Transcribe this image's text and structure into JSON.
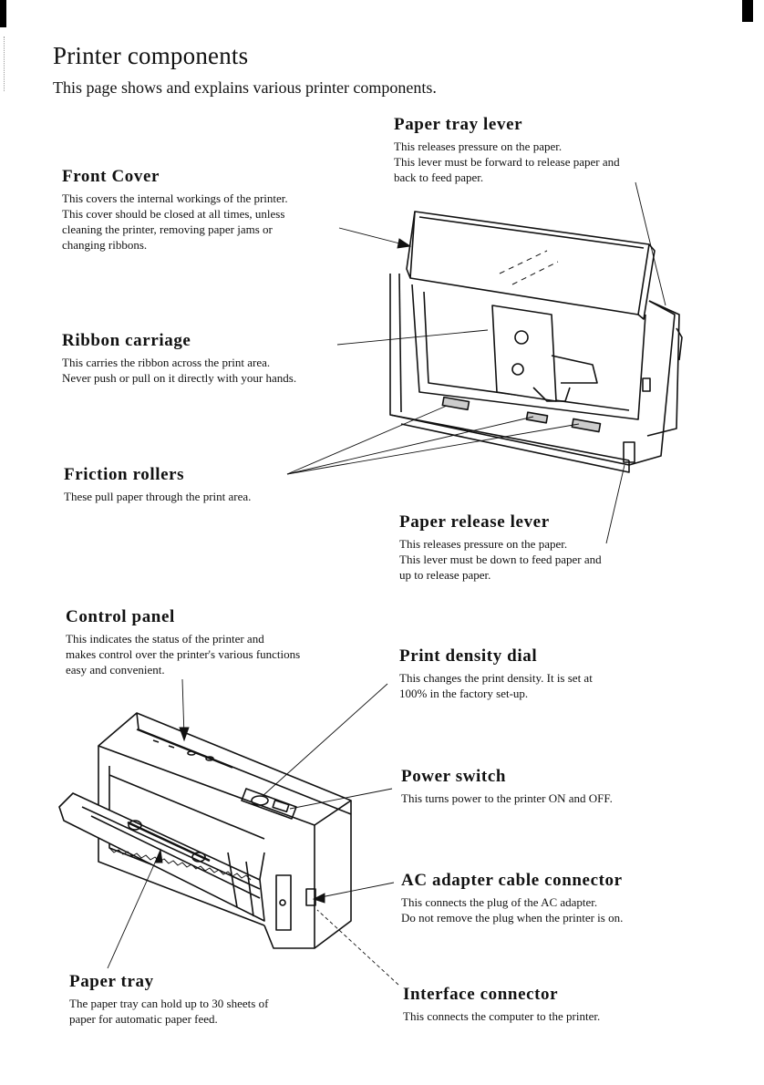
{
  "page": {
    "title": "Printer components",
    "subtitle": "This page shows and explains various printer components."
  },
  "components": {
    "paper_tray_lever": {
      "heading": "Paper tray lever",
      "lines": [
        "This releases pressure on the paper.",
        "This lever must be forward to release paper and",
        "back to feed paper."
      ]
    },
    "front_cover": {
      "heading": "Front Cover",
      "lines": [
        "This covers the internal workings of the printer.",
        "This cover should be closed at all times, unless",
        "cleaning the printer, removing paper jams or",
        "changing ribbons."
      ]
    },
    "ribbon_carriage": {
      "heading": "Ribbon carriage",
      "lines": [
        "This carries the ribbon across the print area.",
        "Never push or pull on it directly with your hands."
      ]
    },
    "friction_rollers": {
      "heading": "Friction rollers",
      "lines": [
        "These pull paper through the print area."
      ]
    },
    "paper_release_lever": {
      "heading": "Paper release lever",
      "lines": [
        "This releases pressure on the paper.",
        "This lever must be down to feed paper and",
        "up to release paper."
      ]
    },
    "control_panel": {
      "heading": "Control panel",
      "lines": [
        "This indicates the status of the printer and",
        "makes control over the printer's various functions",
        "easy and convenient."
      ]
    },
    "print_density_dial": {
      "heading": "Print density dial",
      "lines": [
        "This changes the print density.  It is set at",
        "100% in the factory set-up."
      ]
    },
    "power_switch": {
      "heading": "Power switch",
      "lines": [
        "This turns power to the printer ON and OFF."
      ]
    },
    "ac_adapter": {
      "heading": "AC adapter cable connector",
      "lines": [
        "This connects the plug of the AC adapter.",
        "Do not remove the plug when the printer is on."
      ]
    },
    "paper_tray": {
      "heading": "Paper tray",
      "lines": [
        "The paper tray can hold up to 30 sheets of",
        "paper for automatic paper feed."
      ]
    },
    "interface_connector": {
      "heading": "Interface connector",
      "lines": [
        "This connects the computer to the printer."
      ]
    }
  }
}
